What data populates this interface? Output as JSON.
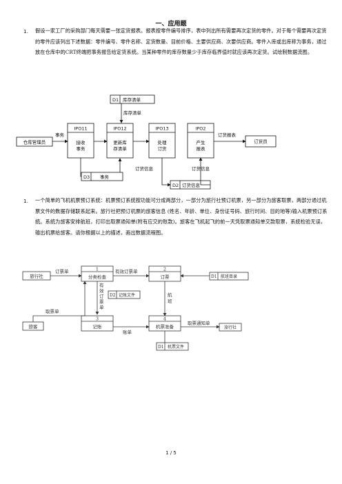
{
  "title": "一、应用题",
  "q1": {
    "number": "1.",
    "text": "假设一家工厂的采购部门每天需要一张定货报表。报表按零件编号排序，表中列出所有需要再次定货的零件。对于每个需要再次定货的零件应该列出下述数据：零件编号、零件名称、定货数量、目前价格、主要供应商、次要供应商。零件入库或出库称为事务，通过放在仓库中的CRT终端把事务报告给定货系统。当某种零件的库存数量少于库存临界值时就应该再次定货。试绘制数据流图。"
  },
  "diagram1": {
    "external_source": "仓库管理员",
    "external_sink": "订货员",
    "processes": [
      {
        "id": "IPO11",
        "name": "接收\n事务"
      },
      {
        "id": "IPO12",
        "name": "更新库\n存清单"
      },
      {
        "id": "IPO13",
        "name": "处理\n订货"
      },
      {
        "id": "IPO2",
        "name": "产生\n报表"
      }
    ],
    "stores": {
      "d1": {
        "id": "D1",
        "name": "库存清单"
      },
      "d3": {
        "id": "D3",
        "name": "事务"
      },
      "d2": {
        "id": "D2",
        "name": "订货信息"
      }
    },
    "flows": {
      "transaction": "事务",
      "inventory_list": "库存清单",
      "order_info_left": "订货信息",
      "order_info_right": "订货信息",
      "order_report": "订货报表"
    }
  },
  "q2": {
    "number": "1.",
    "text": "一个简单的飞机机票预订系统：机票预订系统按功能可分成两部分，一部分为旅行社预订机票，另一部分为旅客取票，两部分通过机票文件的数据存储联系起来。旅行社把预订机票的旅客信息 (姓名、年龄、单位、身份证号码、旅行时间、目的地等)输入机票预订系统。系统为旅客安排航班，打印出取票通知单(附有应交的账款)。旅客在飞机起飞的前一天凭取票通知单交款取票，系统检验无误，输出机票给旅客。请你根据以上的描述，画出数据流程图。"
  },
  "diagram2": {
    "entities": {
      "agency_left": "旅行社",
      "passenger": "旅客",
      "agency_right": "旅行社"
    },
    "processes": [
      {
        "id": "1",
        "name": "分类检查"
      },
      {
        "id": "2",
        "name": "订票"
      },
      {
        "id": "3",
        "name": "记账"
      },
      {
        "id": "4",
        "name": "机票准备"
      }
    ],
    "stores": {
      "d1_flights": {
        "id": "D1",
        "name": "航班目录"
      },
      "d2_accounts": {
        "id": "D2",
        "name": "记账文件"
      },
      "d1_tickets": {
        "id": "D1",
        "name": "机票文件"
      }
    },
    "flows": {
      "order_form": "订票单",
      "valid_order": "有效订票单",
      "valid_order_vertical": "有\n效\n订\n票\n单",
      "pickup_form": "取票单",
      "flight": "航\n班",
      "bill": "账单",
      "pickup_notice": "取票通知单"
    }
  },
  "footer": "1 / 5"
}
